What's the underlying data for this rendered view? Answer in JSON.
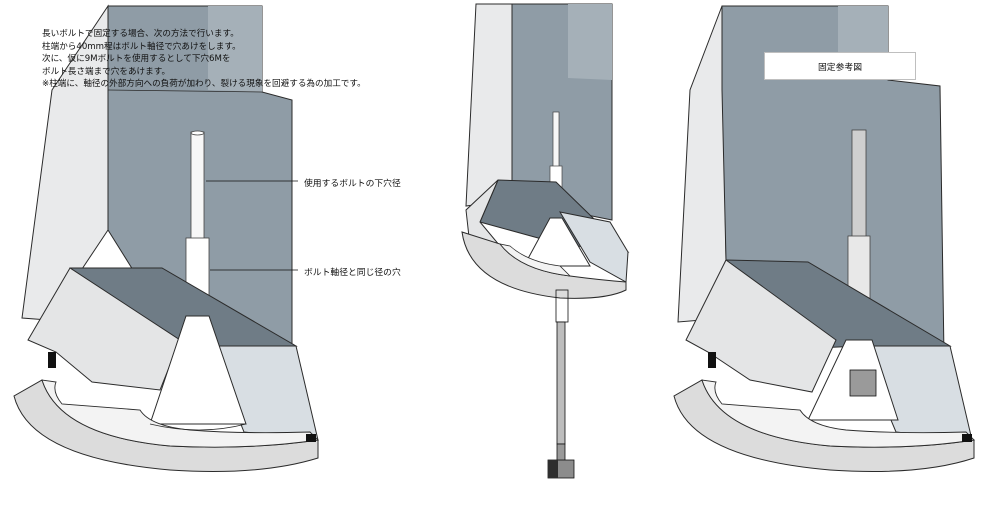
{
  "notes": {
    "lines": [
      "長いボルトで固定する場合、次の方法で行います。",
      "柱端から40mm程はボルト軸径で穴あけをします。",
      "次に、仮に9Mボルトを使用するとして下穴6Mを",
      "ボルト長さ端まで穴をあけます。",
      "※柱端に、軸径の外部方向への負荷が加わり、裂ける現象を回避する為の加工です。"
    ]
  },
  "callouts": {
    "pilot_hole": "使用するボルトの下穴径",
    "shaft_hole": "ボルト軸径と同じ径の穴"
  },
  "reference": {
    "label": "固定参考図"
  },
  "colors": {
    "column_face": "#8f9ca6",
    "column_side": "#e9eaeb",
    "column_edge": "#2b2b2b",
    "base_top": "#6f7c86",
    "base_front": "#e6e7e8",
    "ring_light": "#f3f3f3",
    "ring_mid": "#dcdcdc",
    "hole_white": "#ffffff",
    "bolt_gray": "#9a9a9a"
  }
}
